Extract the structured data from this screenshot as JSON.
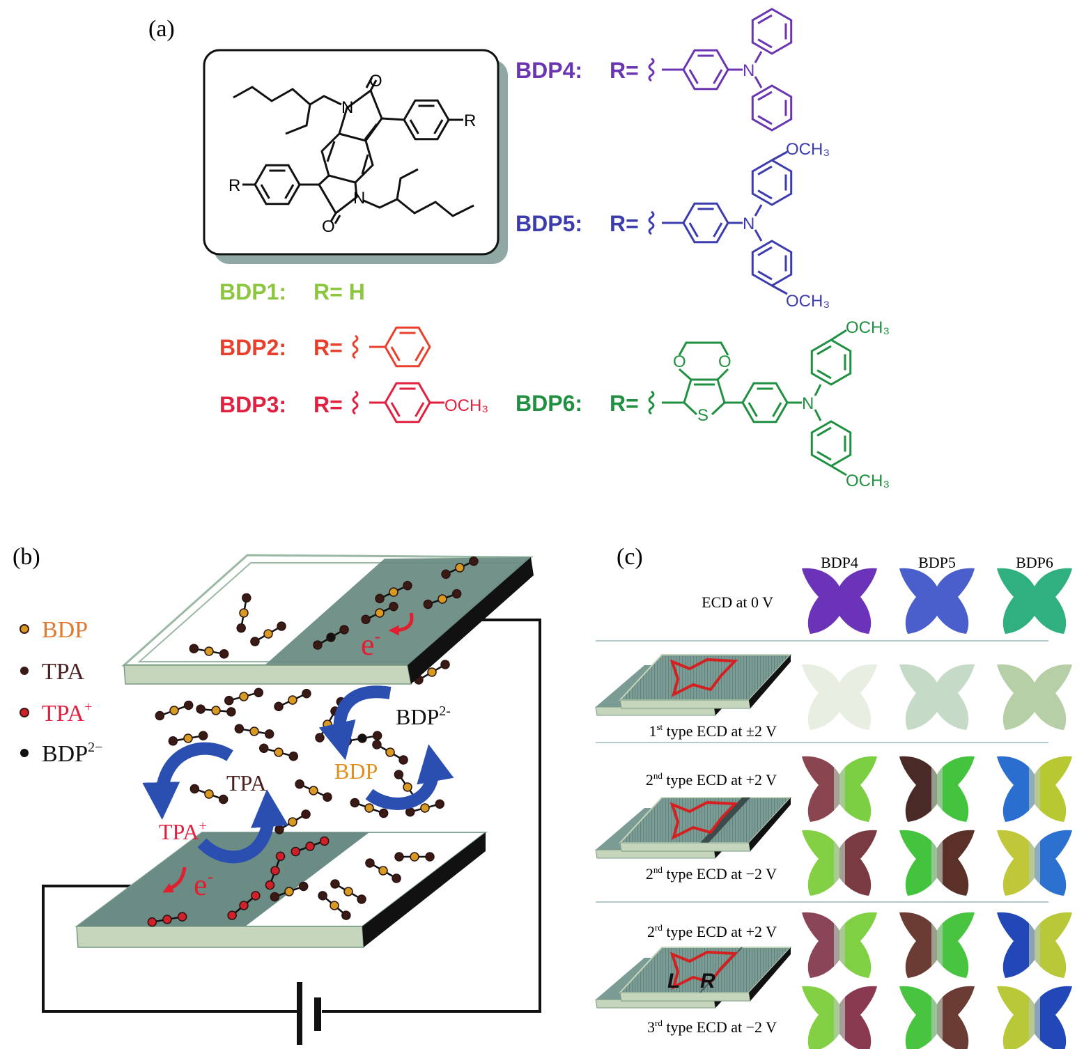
{
  "panel_a": {
    "label": "(a)",
    "core": {
      "N": "N",
      "O": "O",
      "R": "R"
    },
    "bdp1": {
      "name": "BDP1:",
      "r": "R= H",
      "color": "#8cc63e"
    },
    "bdp2": {
      "name": "BDP2:",
      "r": "R=",
      "color": "#e8402c"
    },
    "bdp3": {
      "name": "BDP3:",
      "r": "R=",
      "sub": "OCH₃",
      "color": "#e0203e"
    },
    "bdp4": {
      "name": "BDP4:",
      "r": "R=",
      "n": "N",
      "color": "#6a35b0"
    },
    "bdp5": {
      "name": "BDP5:",
      "r": "R=",
      "n": "N",
      "sub1": "OCH₃",
      "sub2": "OCH₃",
      "color": "#3c3cae"
    },
    "bdp6": {
      "name": "BDP6:",
      "r": "R=",
      "n": "N",
      "s": "S",
      "o1": "O",
      "o2": "O",
      "sub1": "OCH₃",
      "sub2": "OCH₃",
      "color": "#1f9040"
    }
  },
  "panel_b": {
    "label": "(b)",
    "legend": [
      {
        "label": "BDP",
        "sup": "",
        "color": "#e07a30",
        "dot": "#d89a20"
      },
      {
        "label": "TPA",
        "sup": "",
        "color": "#4a2020",
        "dot": "#3a1a14"
      },
      {
        "label": "TPA",
        "sup": "+",
        "color": "#e0203e",
        "dot": "#d0202a"
      },
      {
        "label": "BDP",
        "sup": "2−",
        "color": "#111111",
        "dot": "#111111"
      }
    ],
    "electron_top": {
      "base": "e",
      "sup": "-"
    },
    "electron_bottom": {
      "base": "e",
      "sup": "-"
    },
    "label_bdp2": {
      "base": "BDP",
      "sup": "2-"
    },
    "label_bdp": "BDP",
    "label_tpa": "TPA",
    "label_tpa_plus": {
      "base": "TPA",
      "sup": "+"
    }
  },
  "panel_c": {
    "label": "(c)",
    "columns": [
      "BDP4",
      "BDP5",
      "BDP6"
    ],
    "rows": [
      {
        "pre": "",
        "sup": "",
        "text": "ECD at 0 V",
        "colors": [
          [
            "#6a33b8",
            "#6a33b8"
          ],
          [
            "#4a5fcc",
            "#4a5fcc"
          ],
          [
            "#2fb07e",
            "#2fb07e"
          ]
        ]
      },
      {
        "pre": "1",
        "sup": "st",
        "text": " type ECD at ±2 V",
        "colors": [
          [
            "#e8efe2",
            "#e8efe2"
          ],
          [
            "#c6dac8",
            "#c6dac8"
          ],
          [
            "#b6cfa6",
            "#b6cfa6"
          ]
        ]
      },
      {
        "pre": "2",
        "sup": "nd",
        "text": " type ECD at +2 V",
        "colors": [
          [
            "#8a4650",
            "#7ccf42"
          ],
          [
            "#4a2a26",
            "#44c43e"
          ],
          [
            "#2a6ed0",
            "#b8c830"
          ]
        ]
      },
      {
        "pre": "2",
        "sup": "nd",
        "text": " type ECD at −2 V",
        "colors": [
          [
            "#84d044",
            "#7a3a42"
          ],
          [
            "#44c43e",
            "#5a3028"
          ],
          [
            "#c0c83a",
            "#2c70d0"
          ]
        ]
      },
      {
        "pre": "2",
        "sup": "rd",
        "text": " type ECD at +2 V",
        "colors": [
          [
            "#8a4658",
            "#80d044"
          ],
          [
            "#6a3c34",
            "#48c440"
          ],
          [
            "#2248b8",
            "#b8c838"
          ]
        ]
      },
      {
        "pre": "3",
        "sup": "rd",
        "text": " type ECD at −2 V",
        "colors": [
          [
            "#84d044",
            "#8a3a50"
          ],
          [
            "#48c440",
            "#6a3c34"
          ],
          [
            "#b8c838",
            "#2248b8"
          ]
        ]
      }
    ],
    "device_letters": {
      "left": "L",
      "right": "R"
    }
  }
}
